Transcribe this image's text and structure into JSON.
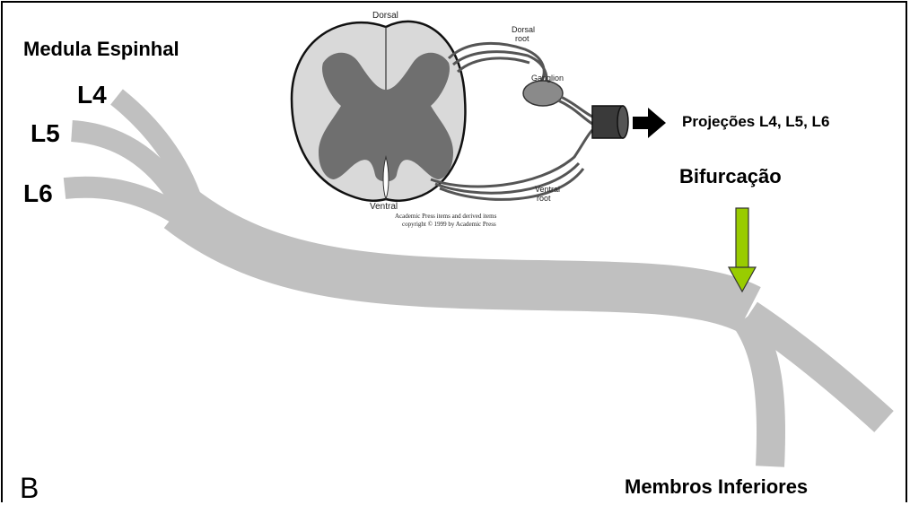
{
  "labels": {
    "spinal_cord": "Medula Espinhal",
    "l4": "L4",
    "l5": "L5",
    "l6": "L6",
    "projections": "Projeções L4, L5, L6",
    "bifurcation": "Bifurcação",
    "limbs": "Membros Inferiores",
    "panel": "B"
  },
  "cord_diagram": {
    "dorsal": "Dorsal",
    "dorsal_root": [
      "Dorsal",
      "root"
    ],
    "ganglion": "Ganglion",
    "ventral": "Ventral",
    "ventral_root": [
      "Ventral",
      "root"
    ],
    "credit_line1": "Academic Press items and derived items",
    "credit_line2": "copyright © 1999 by Academic Press"
  },
  "colors": {
    "nerve": "#c0c0c0",
    "grey_matter": "#6f6f6f",
    "white_matter": "#d9d9d9",
    "arrow_green": "#99cc00",
    "arrow_black": "#000000"
  }
}
